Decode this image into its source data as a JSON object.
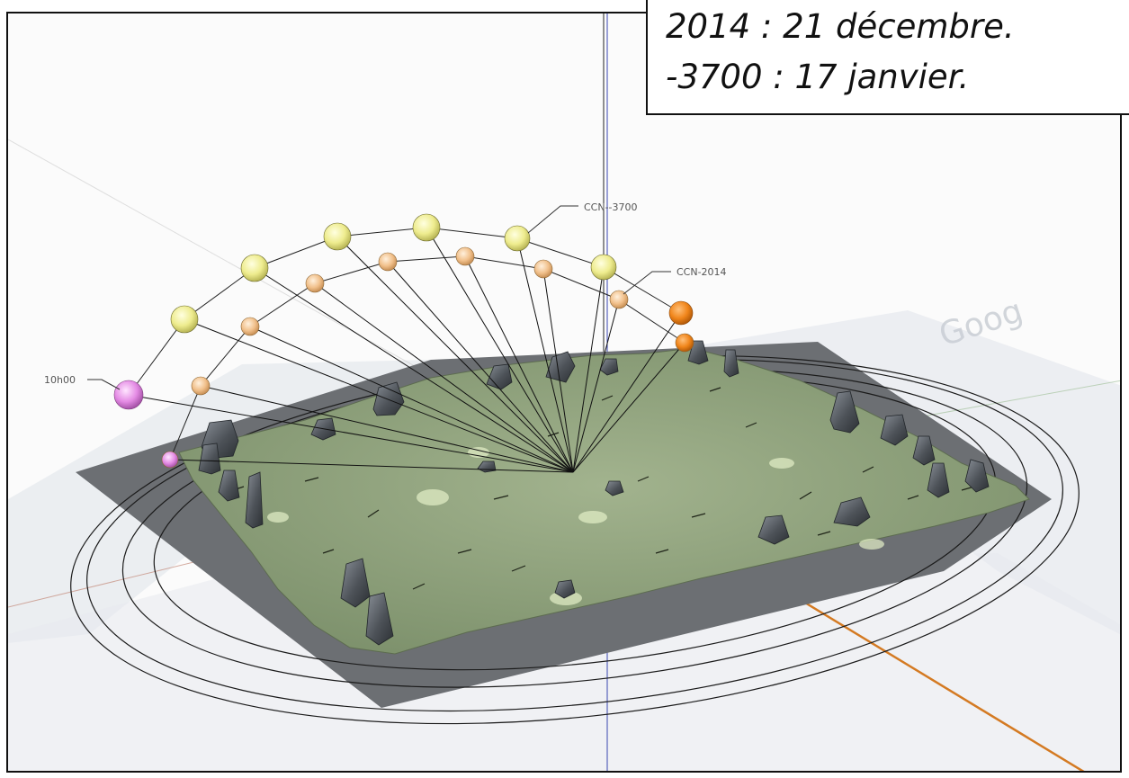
{
  "caption": {
    "line1": "2014 : 21 décembre.",
    "line2": "-3700 : 17 janvier."
  },
  "labels": {
    "sun_start": "10h00",
    "path_3700": "CCN--3700",
    "path_2014": "CCN-2014"
  },
  "colors": {
    "terrain": "#8a9e78",
    "sun_3700": "#f1f09a",
    "sun_2014": "#f2c48f",
    "sun_start": "#e88ee6",
    "sun_sunset": "#f08a1e",
    "stone": "#555a60",
    "ground_line": "#d8782a"
  }
}
